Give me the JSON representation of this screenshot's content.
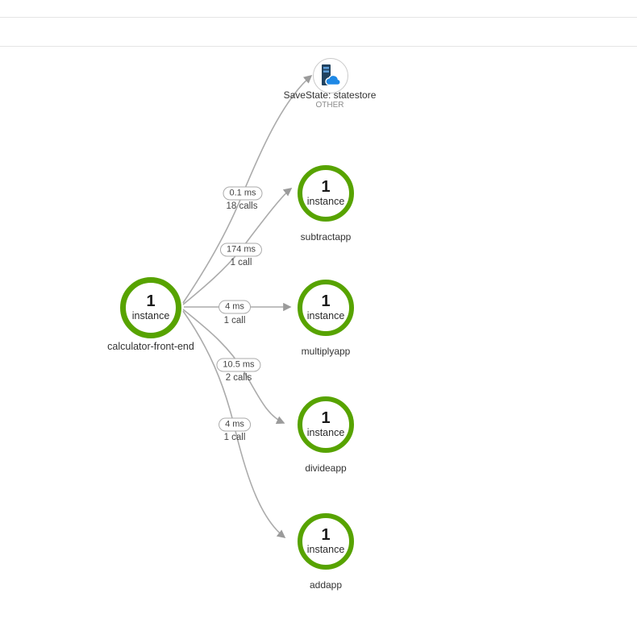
{
  "map": {
    "source": {
      "count": "1",
      "unit": "instance",
      "label": "calculator-front-end"
    },
    "store": {
      "label": "SaveState: statestore",
      "type": "OTHER",
      "icon": "server-cloud-icon"
    },
    "services": [
      {
        "count": "1",
        "unit": "instance",
        "label": "subtractapp"
      },
      {
        "count": "1",
        "unit": "instance",
        "label": "multiplyapp"
      },
      {
        "count": "1",
        "unit": "instance",
        "label": "divideapp"
      },
      {
        "count": "1",
        "unit": "instance",
        "label": "addapp"
      }
    ],
    "edges": [
      {
        "latency": "0.1 ms",
        "calls": "18 calls",
        "from": "calculator-front-end",
        "to": "SaveState: statestore"
      },
      {
        "latency": "174 ms",
        "calls": "1 call",
        "from": "calculator-front-end",
        "to": "subtractapp"
      },
      {
        "latency": "4 ms",
        "calls": "1 call",
        "from": "calculator-front-end",
        "to": "multiplyapp"
      },
      {
        "latency": "10.5 ms",
        "calls": "2 calls",
        "from": "calculator-front-end",
        "to": "divideapp"
      },
      {
        "latency": "4 ms",
        "calls": "1 call",
        "from": "calculator-front-end",
        "to": "addapp"
      }
    ],
    "colors": {
      "healthy_ring": "#57a300",
      "edge": "#ababab",
      "muted_text": "#8c8c8c"
    }
  }
}
